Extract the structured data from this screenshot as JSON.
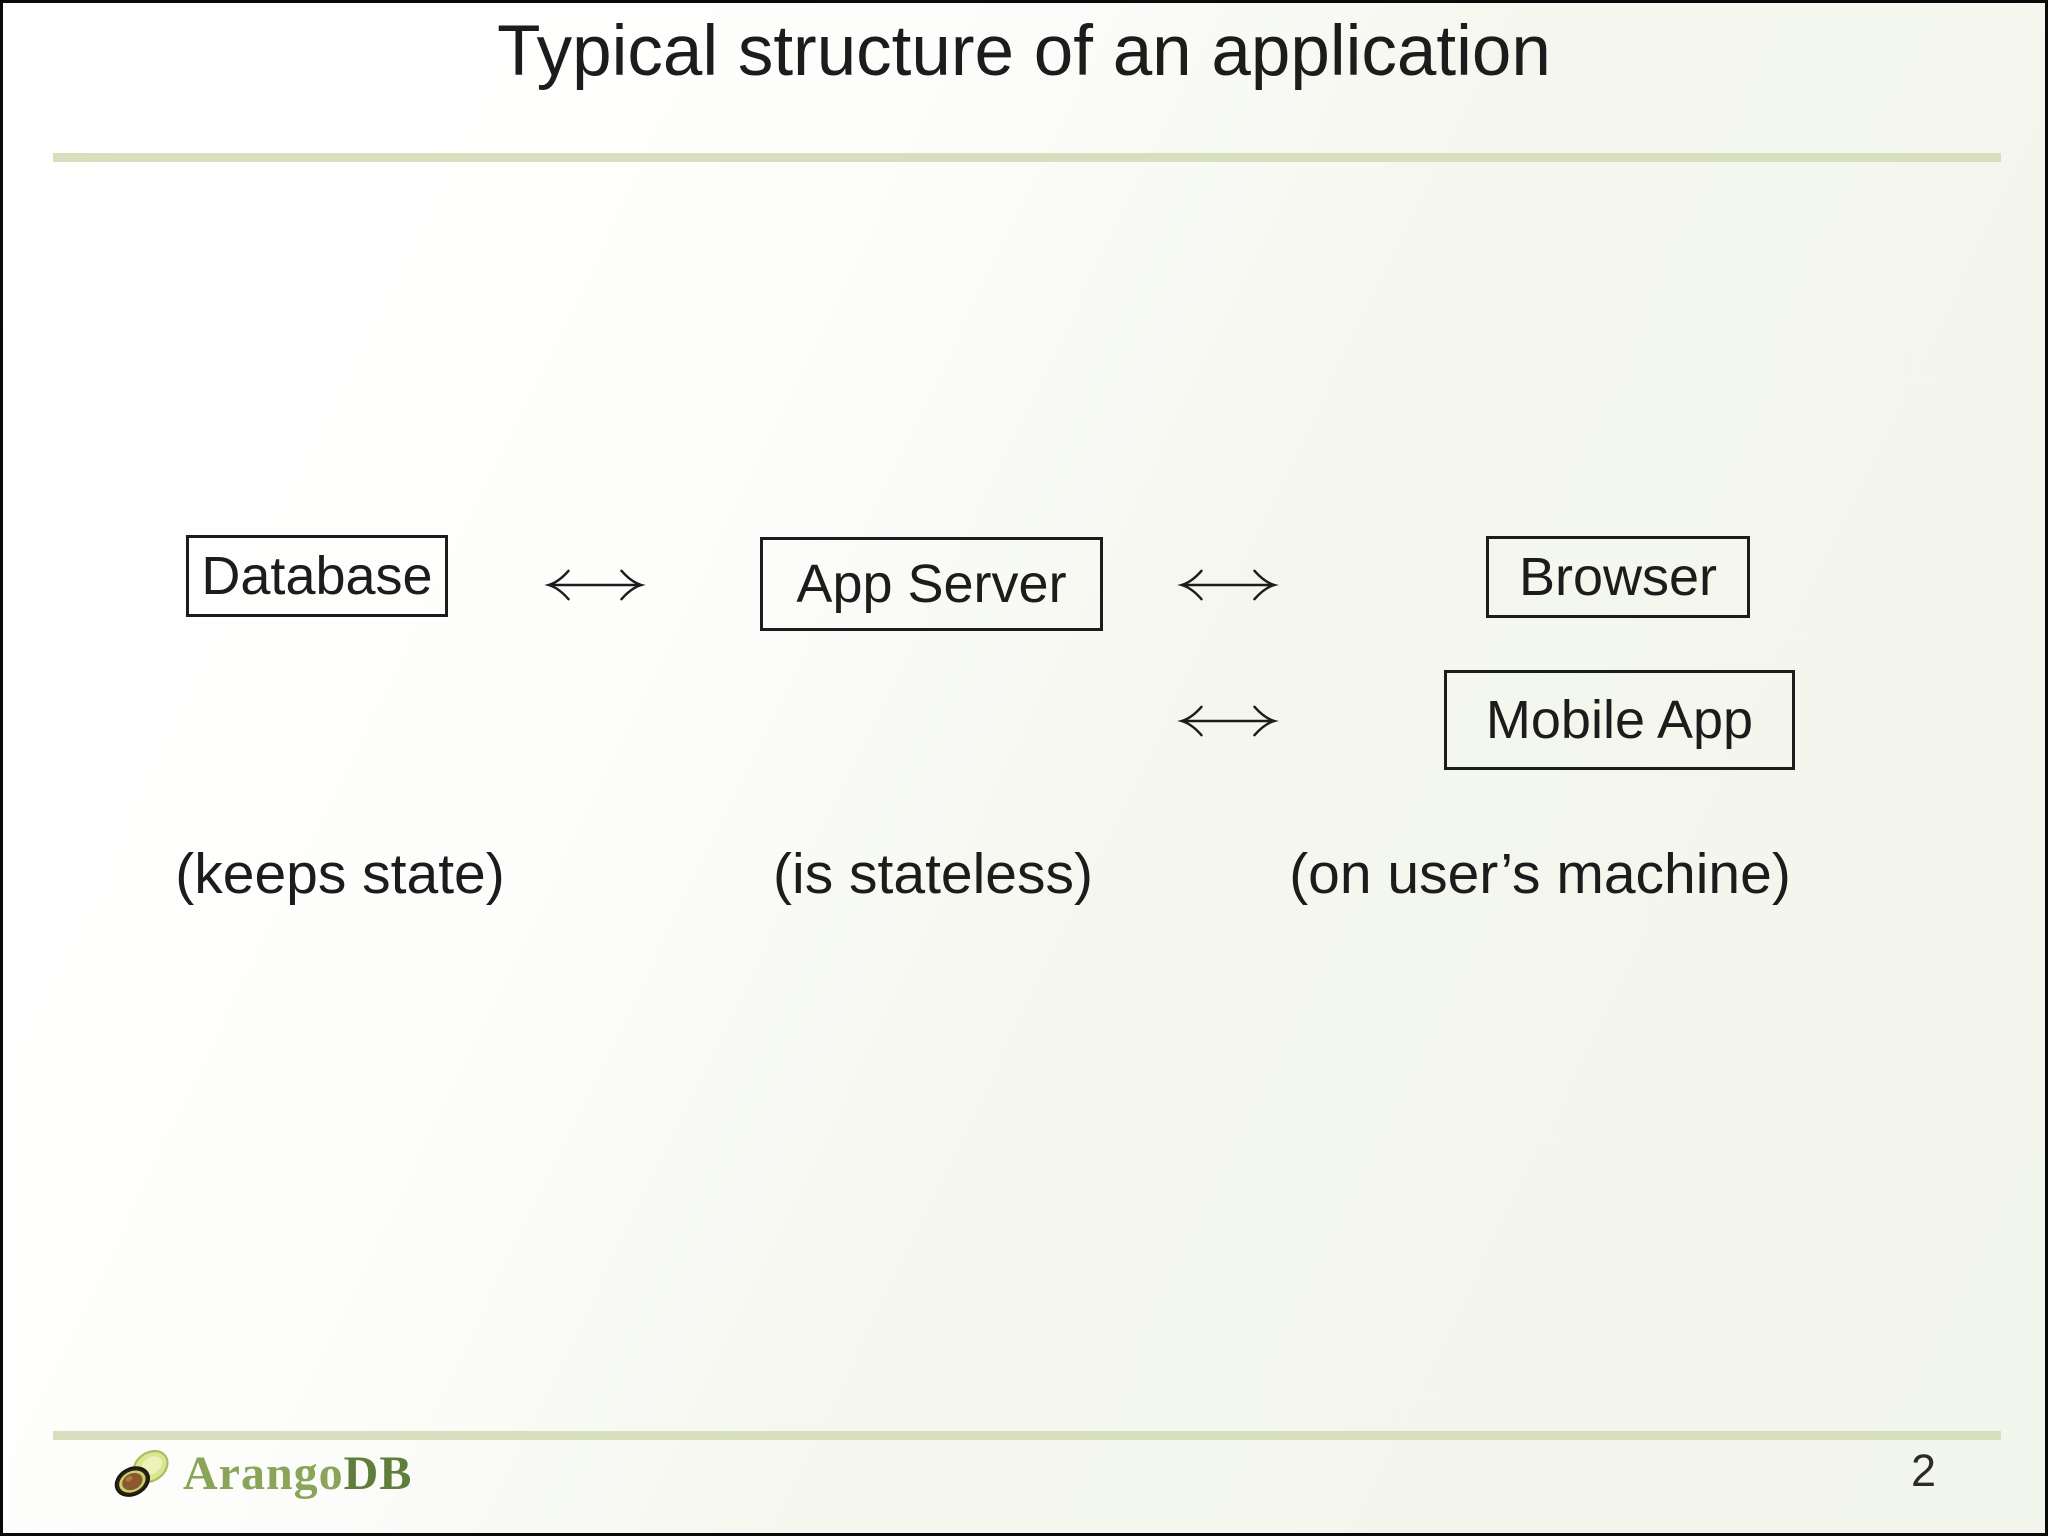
{
  "slide": {
    "title": "Typical structure of an application",
    "page_number": "2"
  },
  "diagram": {
    "nodes": {
      "database": {
        "label": "Database",
        "note": "(keeps state)"
      },
      "app_server": {
        "label": "App Server",
        "note": "(is stateless)"
      },
      "browser": {
        "label": "Browser"
      },
      "mobile_app": {
        "label": "Mobile App",
        "note": "(on user’s machine)"
      }
    },
    "edges": [
      {
        "from": "Database",
        "to": "App Server",
        "direction": "bidirectional"
      },
      {
        "from": "App Server",
        "to": "Browser",
        "direction": "bidirectional"
      },
      {
        "from": "App Server",
        "to": "Mobile App",
        "direction": "bidirectional"
      }
    ]
  },
  "footer": {
    "logo": {
      "icon": "avocado-icon",
      "brand_part1": "Arango",
      "brand_part2": "DB"
    }
  },
  "colors": {
    "divider_green": "#d7dfbc",
    "logo_green_light": "#8aa458",
    "logo_green_dark": "#5f7e3c",
    "text_dark": "#1c1c1c"
  }
}
